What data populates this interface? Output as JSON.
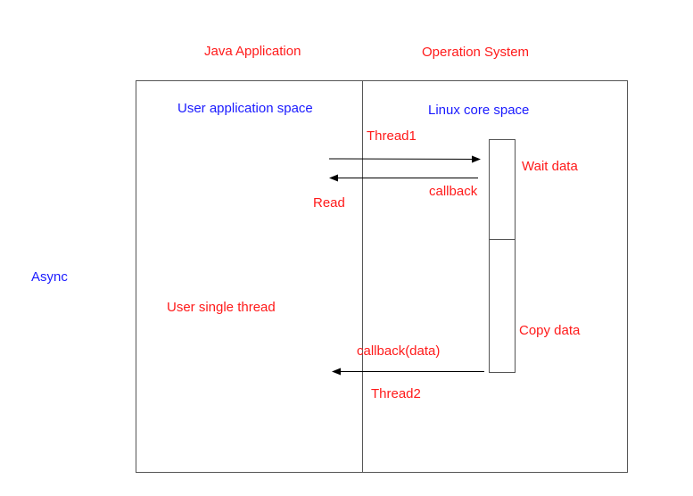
{
  "colors": {
    "label_red": "#ff1a1a",
    "label_blue": "#1a1aff",
    "line": "#555555",
    "arrow": "#000000"
  },
  "headers": {
    "left": "Java Application",
    "right": "Operation System"
  },
  "side_label": "Async",
  "spaces": {
    "user": "User application space",
    "kernel": "Linux core space"
  },
  "labels": {
    "thread1": "Thread1",
    "wait_data": "Wait data",
    "callback": "callback",
    "read": "Read",
    "user_single_thread": "User single thread",
    "copy_data": "Copy data",
    "callback_data": "callback(data)",
    "thread2": "Thread2"
  }
}
